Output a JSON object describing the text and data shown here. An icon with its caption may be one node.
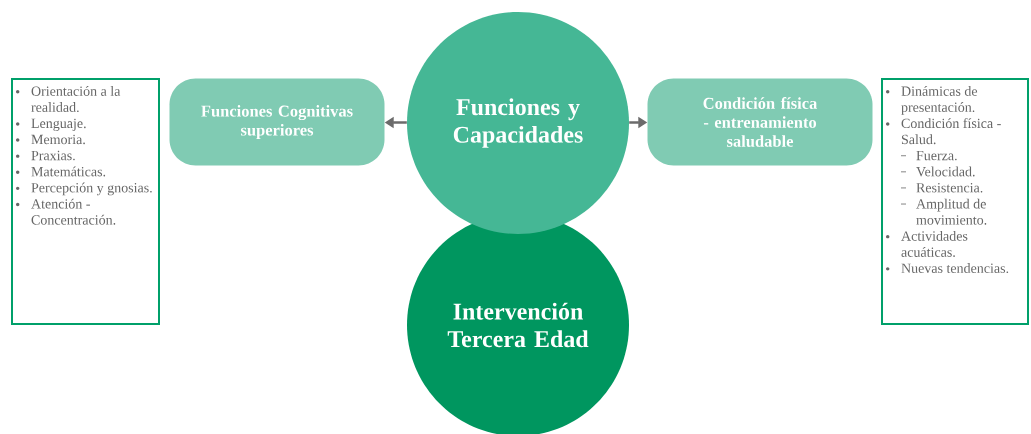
{
  "diagram": {
    "nodes": [
      {
        "text": [
          "Funciones y Capacidades"
        ]
      },
      {
        "text": [
          "Intervención Tercera Edad"
        ]
      },
      {
        "text": [
          "Funciones Cognitivas superiores"
        ]
      },
      {
        "text": [
          "Condición física - entrenamiento saludable"
        ]
      },
      {
        "text": [
          "Orientación a la realidad.",
          "Lenguaje.",
          "Memoria.",
          "Praxias.",
          "Matemáticas.",
          "Percepción y gnosias.",
          "Atención - Concentración."
        ]
      },
      {
        "text": [
          "Dinámicas de presentación.",
          "Condición física - Salud.",
          "Fuerza.",
          "Velocidad.",
          "Resistencia.",
          "Amplitud de movimiento.",
          "Actividades acuáticas.",
          "Nuevas tendencias."
        ]
      }
    ],
    "edges": [
      {
        "from": 0,
        "to": 2,
        "arrow": "to"
      },
      {
        "from": 0,
        "to": 3,
        "arrow": "to"
      }
    ]
  }
}
